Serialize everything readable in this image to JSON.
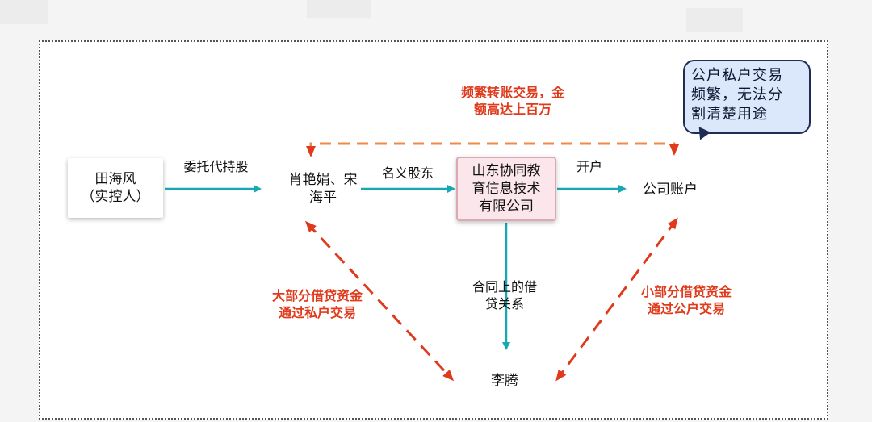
{
  "nodes": {
    "tian": "田海风\n（实控人）",
    "xiao": "肖艳娟、宋\n海平",
    "company": "山东协同教\n育信息技术\n有限公司",
    "account": "公司账户",
    "li": "李腾"
  },
  "labels": {
    "weituo": "委托代持股",
    "mingyi": "名义股东",
    "kaihu": "开户",
    "hetong": "合同上的借\n贷关系",
    "pinfan": "频繁转账交易，金\n额高达上百万",
    "dabufen": "大部分借贷资金\n通过私户交易",
    "xiaobufen": "小部分借贷资金\n通过公户交易"
  },
  "callout": "公户私户交易\n频繁，无法分\n割清楚用途",
  "colors": {
    "solid_arrow": "#17a9b3",
    "dashed_arrow": "#e03a1c",
    "dashed_arrow_light": "#ef8a4a",
    "callout_fill": "#dbe7fb",
    "callout_border": "#1f2d55",
    "company_fill": "#fbe6ec"
  }
}
